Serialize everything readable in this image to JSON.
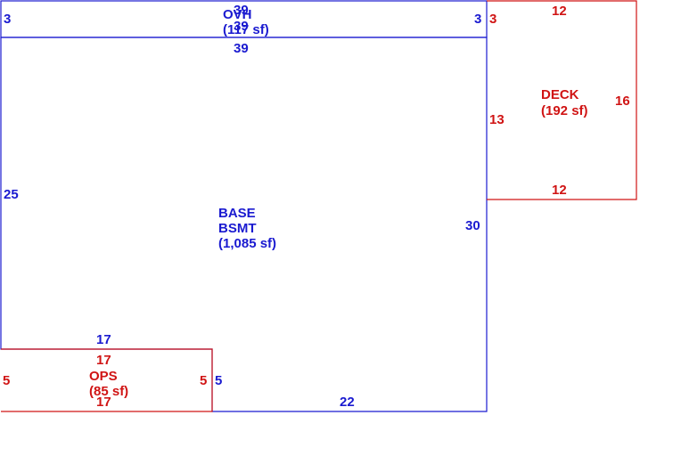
{
  "colors": {
    "blue": "#1a1ad0",
    "red": "#d01414",
    "background": "#ffffff"
  },
  "areas": {
    "ovh": {
      "name": "OVH",
      "area": "(117 sf)",
      "dims": {
        "top": "39",
        "top_overlap": "39",
        "left": "3",
        "right": "3",
        "bottom": "39"
      }
    },
    "base": {
      "name_line1": "BASE",
      "name_line2": "BSMT",
      "area": "(1,085 sf)",
      "dims": {
        "left": "25",
        "right": "30",
        "bottom": "22",
        "step_top": "17",
        "step_side": "5"
      }
    },
    "deck": {
      "name": "DECK",
      "area": "(192 sf)",
      "dims": {
        "top": "12",
        "bottom": "12",
        "left": "13",
        "right": "16",
        "top_left": "3"
      }
    },
    "ops": {
      "name": "OPS",
      "area": "(85 sf)",
      "dims": {
        "top": "17",
        "bottom": "17",
        "left": "5",
        "right": "5"
      }
    }
  }
}
